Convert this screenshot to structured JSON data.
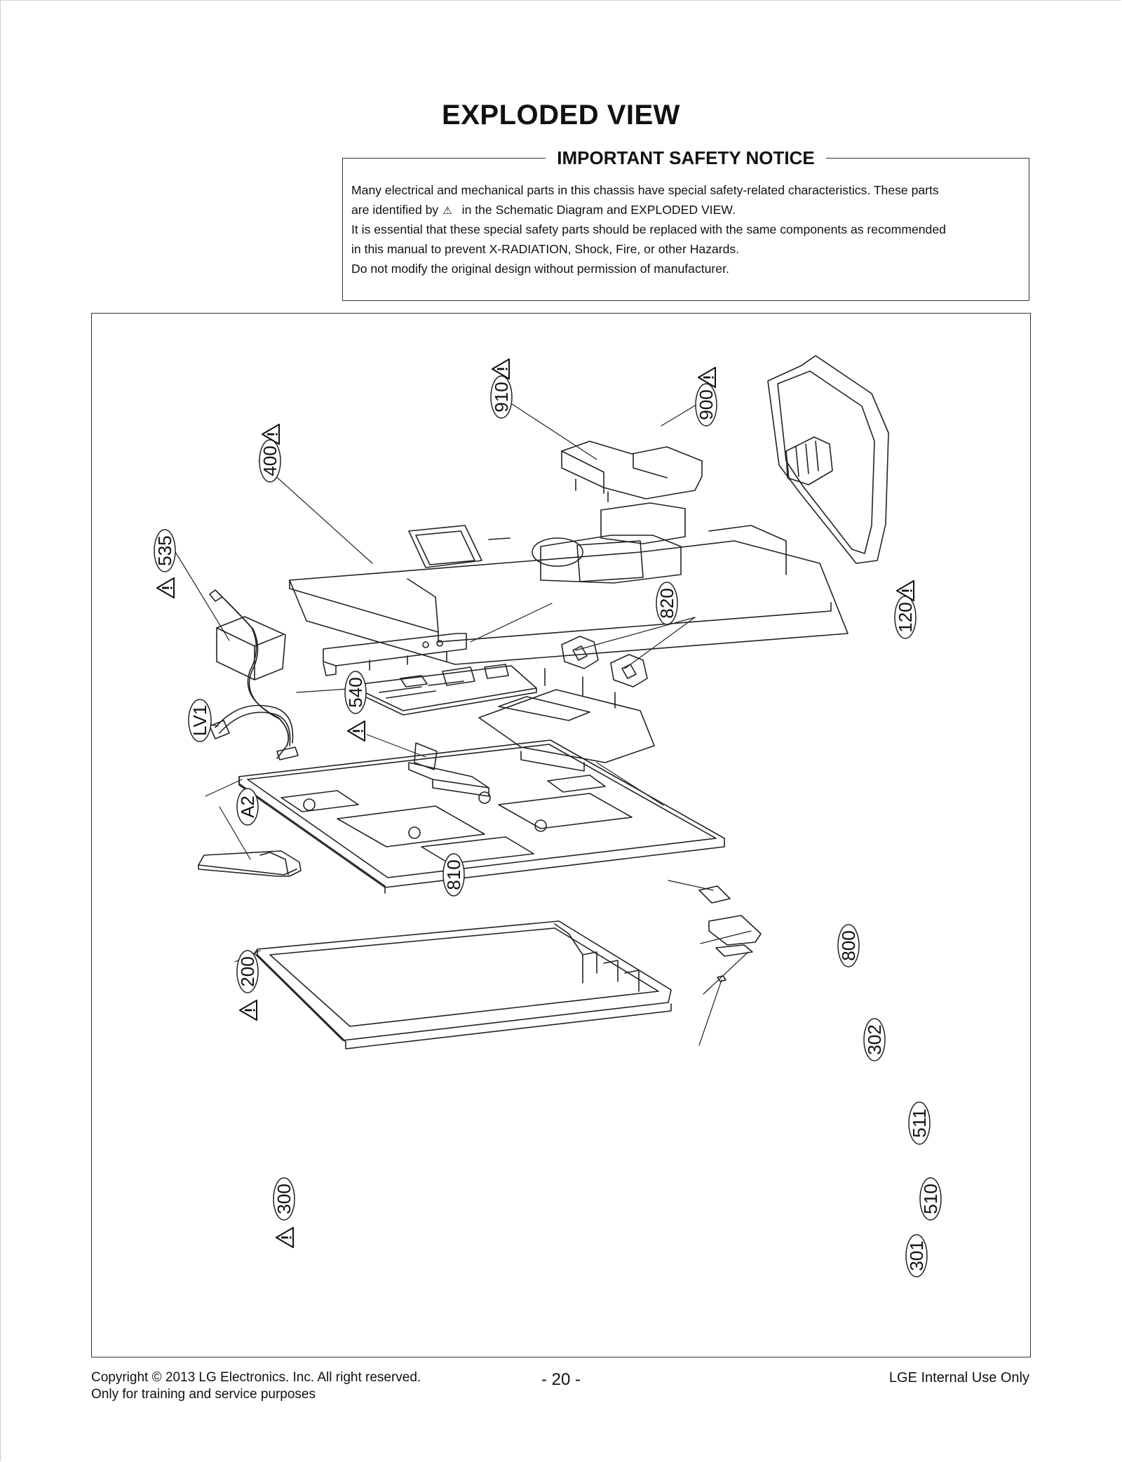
{
  "page": {
    "title": "EXPLODED VIEW",
    "page_number": "- 20 -"
  },
  "notice": {
    "heading": "IMPORTANT SAFETY NOTICE",
    "line1": "Many electrical and mechanical parts in this chassis have special safety-related characteristics. These parts",
    "line2a": "are identified by",
    "warn_symbol": "⚠",
    "line2b": "in the Schematic Diagram and EXPLODED VIEW.",
    "line3": "It is essential that these special safety parts should be replaced with the same components as recommended",
    "line4": "in this manual to prevent X-RADIATION, Shock, Fire, or other Hazards.",
    "line5": "Do not modify the original design without permission of manufacturer."
  },
  "callouts": {
    "c910": "910",
    "c900": "900",
    "c400": "400",
    "c535": "535",
    "cLV1": "LV1",
    "c820": "820",
    "c120": "120",
    "c540": "540",
    "cA2": "A2",
    "c810": "810",
    "c800": "800",
    "c200": "200",
    "c302": "302",
    "c511": "511",
    "c300": "300",
    "c510": "510",
    "c301": "301"
  },
  "footer": {
    "copyright": "Copyright  © 2013  LG Electronics. Inc. All right reserved.",
    "purpose": "Only for training and service purposes",
    "internal": "LGE Internal Use Only"
  }
}
